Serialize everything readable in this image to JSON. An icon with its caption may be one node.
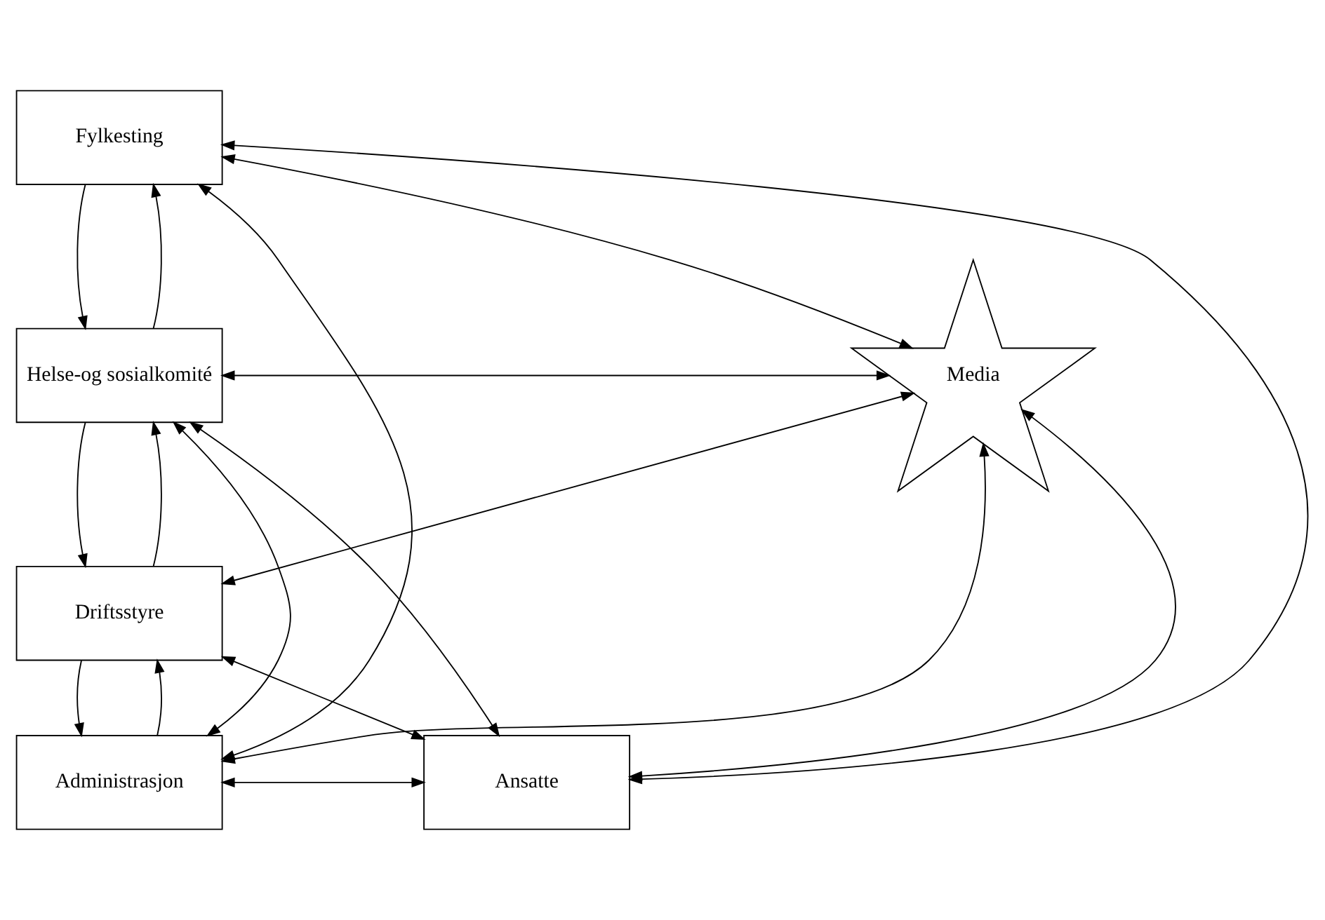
{
  "diagram": {
    "nodes": [
      {
        "text": [
          "Fylkesting"
        ]
      },
      {
        "text": [
          "Helse-og sosialkomité"
        ]
      },
      {
        "text": [
          "Driftsstyre"
        ]
      },
      {
        "text": [
          "Administrasjon"
        ]
      },
      {
        "text": [
          "Media"
        ]
      },
      {
        "text": [
          "Ansatte"
        ]
      }
    ],
    "edges": [
      {
        "from": 0,
        "to": 1,
        "arrow": "to"
      },
      {
        "from": 1,
        "to": 0,
        "arrow": "to"
      },
      {
        "from": 1,
        "to": 2,
        "arrow": "to"
      },
      {
        "from": 2,
        "to": 1,
        "arrow": "to"
      },
      {
        "from": 2,
        "to": 3,
        "arrow": "to"
      },
      {
        "from": 3,
        "to": 2,
        "arrow": "to"
      },
      {
        "from": 0,
        "to": 3,
        "arrow": "both"
      },
      {
        "from": 1,
        "to": 3,
        "arrow": "both"
      },
      {
        "from": 0,
        "to": 4,
        "arrow": "both"
      },
      {
        "from": 0,
        "to": 5,
        "arrow": "both"
      },
      {
        "from": 1,
        "to": 4,
        "arrow": "both"
      },
      {
        "from": 1,
        "to": 5,
        "arrow": "both"
      },
      {
        "from": 2,
        "to": 4,
        "arrow": "both"
      },
      {
        "from": 2,
        "to": 5,
        "arrow": "both"
      },
      {
        "from": 3,
        "to": 4,
        "arrow": "both"
      },
      {
        "from": 3,
        "to": 5,
        "arrow": "both"
      },
      {
        "from": 4,
        "to": 5,
        "arrow": "both"
      }
    ]
  }
}
